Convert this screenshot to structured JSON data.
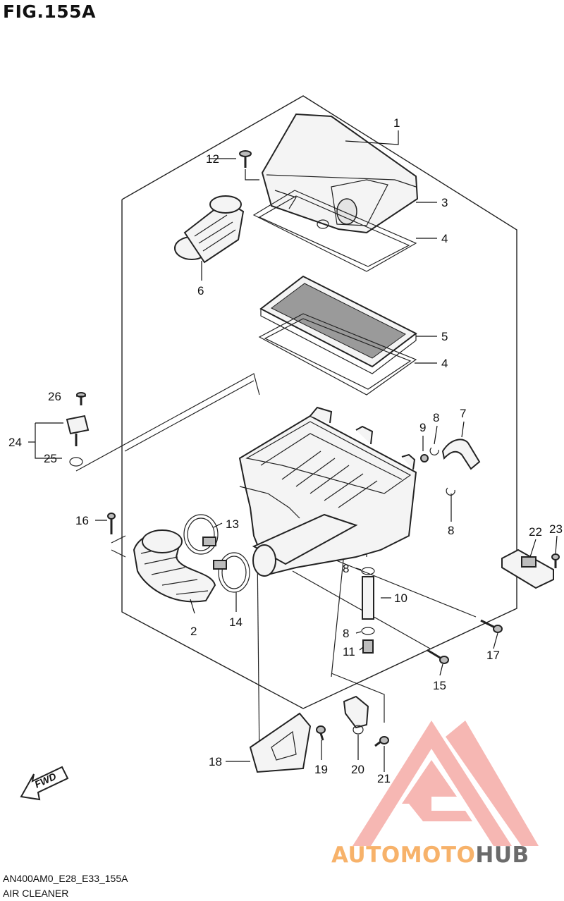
{
  "figure": {
    "title": "FIG.155A",
    "code": "AN400AM0_E28_E33_155A",
    "caption": "AIR CLEANER"
  },
  "callouts": {
    "c1": "1",
    "c2": "2",
    "c3": "3",
    "c4a": "4",
    "c4b": "4",
    "c5": "5",
    "c6": "6",
    "c7": "7",
    "c8a": "8",
    "c8b": "8",
    "c8c": "8",
    "c8d": "8",
    "c9": "9",
    "c10": "10",
    "c11": "11",
    "c12": "12",
    "c13": "13",
    "c14": "14",
    "c15": "15",
    "c16": "16",
    "c17": "17",
    "c18": "18",
    "c19": "19",
    "c20": "20",
    "c21": "21",
    "c22": "22",
    "c23": "23",
    "c24": "24",
    "c25": "25",
    "c26": "26"
  },
  "fwd_label": "FWD",
  "watermark": {
    "part1": "AUTOMOTO",
    "part2": "HUB",
    "color_primary": "#f4a09a",
    "color_accent": "#f7b26a",
    "color_text_gray": "#6b6b6b"
  }
}
